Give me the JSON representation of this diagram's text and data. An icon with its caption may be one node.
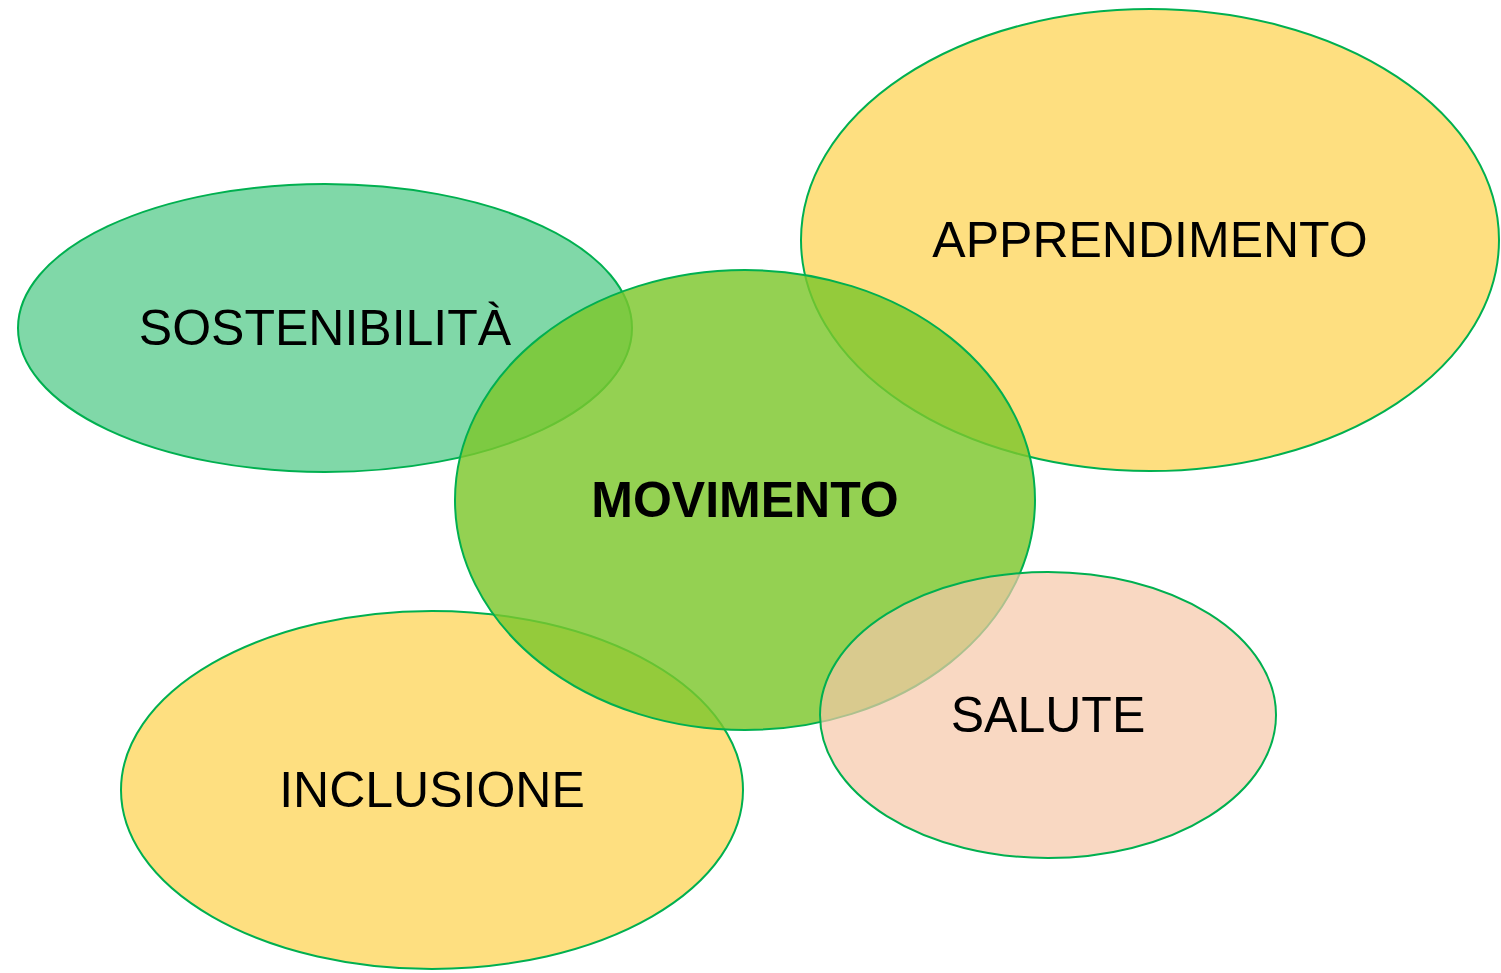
{
  "diagram": {
    "nodes": [
      {
        "text": [
          "SOSTENIBILITÀ"
        ]
      },
      {
        "text": [
          "APPRENDIMENTO"
        ]
      },
      {
        "text": [
          "MOVIMENTO"
        ]
      },
      {
        "text": [
          "INCLUSIONE"
        ]
      },
      {
        "text": [
          "SALUTE"
        ]
      }
    ]
  }
}
